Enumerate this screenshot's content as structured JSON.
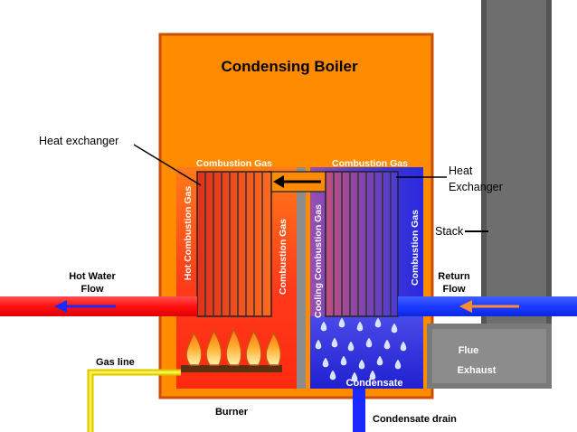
{
  "diagram": {
    "title": "Condensing Boiler",
    "labels": {
      "heat_exchanger_left": "Heat exchanger",
      "heat_exchanger_right_1": "Heat",
      "heat_exchanger_right_2": "Exchanger",
      "combustion_gas_top_left": "Combustion Gas",
      "combustion_gas_top_right": "Combustion Gas",
      "hot_combustion_gas": "Hot Combustion Gas",
      "combustion_gas_center": "Combustion Gas",
      "cooling_combustion_gas": "Cooling Combustion Gas",
      "combustion_gas_right": "Combustion Gas",
      "stack": "Stack",
      "hot_water_1": "Hot Water",
      "hot_water_2": "Flow",
      "return_1": "Return",
      "return_2": "Flow",
      "flue": "Flue",
      "exhaust": "Exhaust",
      "gas_line": "Gas line",
      "condensate": "Condensate",
      "burner": "Burner",
      "condensate_drain": "Condensate drain"
    },
    "colors": {
      "boiler_body": "#ff8c00",
      "boiler_border": "#c8500a",
      "hot_zone": "#ff3a1a",
      "cool_zone": "#2b2bd6",
      "hot_water_pipe": "#ff1a1a",
      "return_pipe": "#1a3cff",
      "stack": "#666666",
      "flue": "#8c8c8c",
      "gas_line": "#f2e600"
    }
  }
}
